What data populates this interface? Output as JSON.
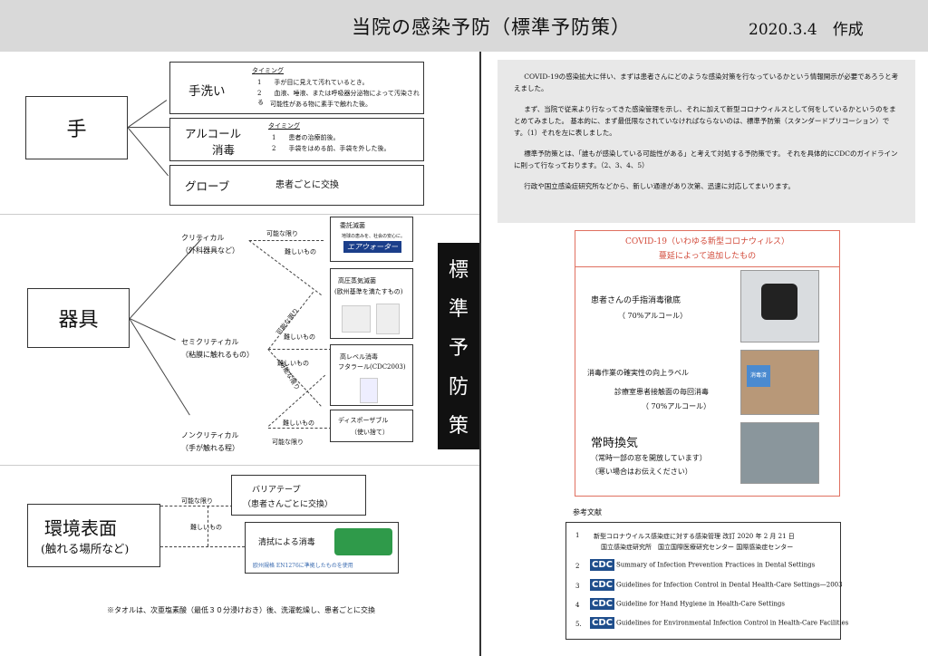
{
  "header": {
    "title": "当院の感染予防（標準予防策）",
    "date": "2020.3.4　作成"
  },
  "banner": [
    "標",
    "準",
    "予",
    "防",
    "策"
  ],
  "hand": {
    "label": "手",
    "wash": {
      "label": "手洗い",
      "timing": "タイミング",
      "items": [
        "1　　手が目に見えて汚れているとき。",
        "2　　血液、唾液、または呼吸器分泌物によって汚染される",
        "可能性がある物に素手で触れた後。"
      ]
    },
    "alcohol": {
      "label1": "アルコール",
      "label2": "消毒",
      "timing": "タイミング",
      "items": [
        "1　　患者の治療前後。",
        "2　　手袋をはめる前、手袋を外した後。"
      ]
    },
    "glove": {
      "label": "グローブ",
      "text": "患者ごとに交換"
    }
  },
  "instruments": {
    "label": "器具",
    "critical": [
      "クリティカル",
      "（外科器具など）"
    ],
    "semicritical": [
      "セミクリティカル",
      "（粘膜に触れるもの）"
    ],
    "noncritical": [
      "ノンクリティカル",
      "（手が触れる程）"
    ],
    "possible": "可能な限り",
    "difficult": "難しいもの",
    "boxes": {
      "outsourced": "委託滅菌",
      "aw_tagline": "地球の恵みを、社会の安心に。",
      "aw_logo": "エアウォーター",
      "autoclave1": "高圧蒸気滅菌",
      "autoclave2": "(欧州基準を満たすもの)",
      "hld1": "高レベル消毒",
      "hld2": "フタラール(CDC2003)",
      "disp1": "ディスポーザブル",
      "disp2": "（使い捨て）"
    }
  },
  "surfaces": {
    "label1": "環境表面",
    "label2": "(触れる場所など)",
    "possible": "可能な限り",
    "difficult": "難しいもの",
    "barrier1": "バリアテープ",
    "barrier2": "（患者さんごとに交換）",
    "wipe": "清拭による消毒",
    "wipe_note": "欧州規格 EN1276に準拠したものを使用"
  },
  "towel_note": "※タオルは、次亜塩素酸（最低３０分浸けおき）後、洗濯乾燥し、患者ごとに交換",
  "intro": [
    "COVID-19の感染拡大に伴い、まずは患者さんにどのような感染対策を行なっているかという情報開示が必要であろうと考えました。",
    "まず、当院で従来より行なってきた感染管理を示し、それに加えて新型コロナウィルスとして何をしているかというのをまとめてみました。 基本的に、まず最低限なされていなければならないのは、標準予防策（スタンダードプリコーション）です。（1）それを左に表しました。",
    "標準予防策とは、「誰もが感染している可能性がある」と考えて対処する予防策です。 それを具体的にCDCのガイドラインに則って行なっております。（2、3、4、5）",
    "行政や国立感染症研究所などから、新しい通達があり次第、迅速に対応してまいります。"
  ],
  "covid": {
    "head1": "COVID-19（いわゆる新型コロナウィルス）",
    "head2": "蔓延によって追加したもの",
    "item1": "患者さんの手指消毒徹底",
    "item1_sub": "（ 70%アルコール）",
    "item2": "消毒作業の確実性の向上ラベル",
    "item2_sub1": "診療室患者接触面の毎回消毒",
    "item2_sub2": "（ 70%アルコール）",
    "item3": "常時換気",
    "item3_sub1": "（常時一部の窓を開放しています）",
    "item3_sub2": "（寒い場合はお伝えください）",
    "label_sign": "消毒済"
  },
  "refs": {
    "title": "参考文献",
    "r1_num": "1",
    "r1a": "新型コロナウイルス感染症に対する感染管理  改訂 2020 年 2 月 21 日",
    "r1b": "国立感染症研究所　国立国際医療研究センター 国際感染症センター",
    "cdc": "CDC",
    "items": [
      {
        "num": "2",
        "text": "Summary of Infection Prevention Practices in Dental Settings"
      },
      {
        "num": "3",
        "text": "Guidelines for Infection Control in Dental Health-Care Settings—2003"
      },
      {
        "num": "4",
        "text": "Guideline for Hand Hygiene in Health-Care Settings"
      },
      {
        "num": "5.",
        "text": "Guidelines for Environmental Infection Control in Health-Care Facilities"
      }
    ]
  }
}
